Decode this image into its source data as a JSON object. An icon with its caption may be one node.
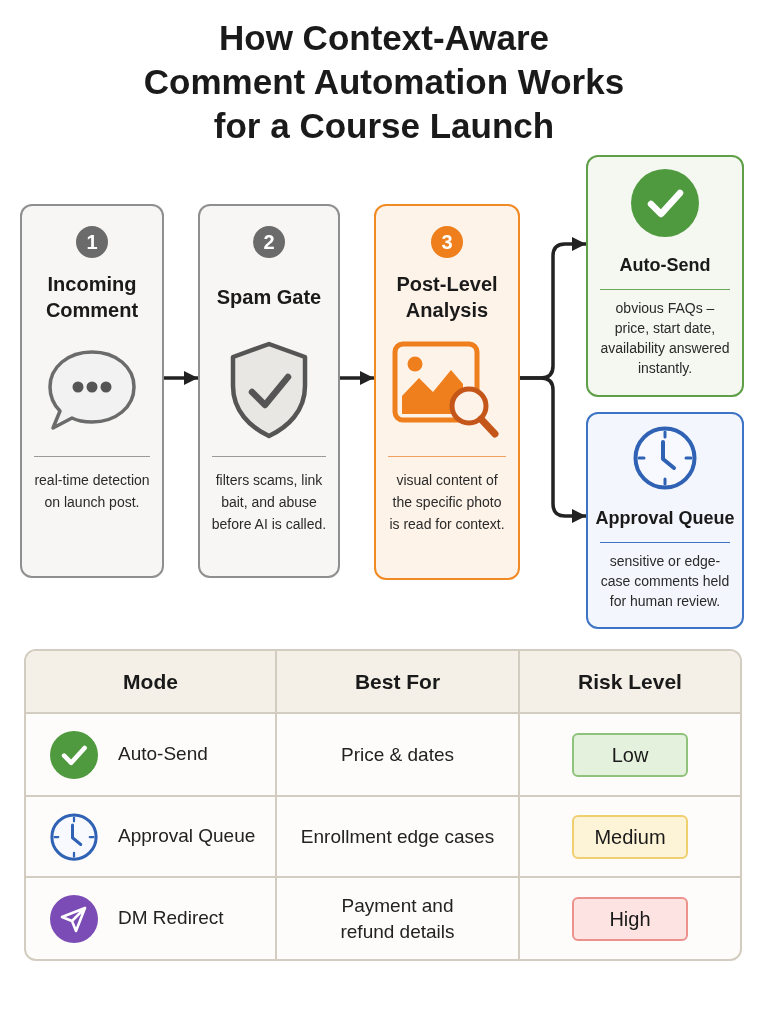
{
  "diagram": {
    "title": "How Context-Aware Comment Automation Works for a Course Launch",
    "nodes": [
      {
        "text": [
          "1",
          "Incoming Comment",
          "real-time detection on launch post."
        ]
      },
      {
        "text": [
          "2",
          "Spam Gate",
          "filters scams, link bait, and abuse before AI is called."
        ]
      },
      {
        "text": [
          "3",
          "Post-Level Analysis",
          "visual content of the specific photo is read for context."
        ]
      },
      {
        "text": [
          "Auto-Send",
          "obvious FAQs – price, start date, availability answered instantly."
        ]
      },
      {
        "text": [
          "Approval Queue",
          "sensitive or edge-case comments held for human review."
        ]
      }
    ],
    "edges": [
      {
        "from": 0,
        "to": 1,
        "arrow": "to"
      },
      {
        "from": 1,
        "to": 2,
        "arrow": "to"
      },
      {
        "from": 2,
        "to": 3,
        "arrow": "to"
      },
      {
        "from": 2,
        "to": 4,
        "arrow": "to"
      }
    ],
    "labels": [
      "Mode",
      "Best For",
      "Risk Level",
      "Auto-Send",
      "Price & dates",
      "Low",
      "Approval Queue",
      "Enrollment edge cases",
      "Medium",
      "DM Redirect",
      "Payment and refund details",
      "High"
    ]
  }
}
